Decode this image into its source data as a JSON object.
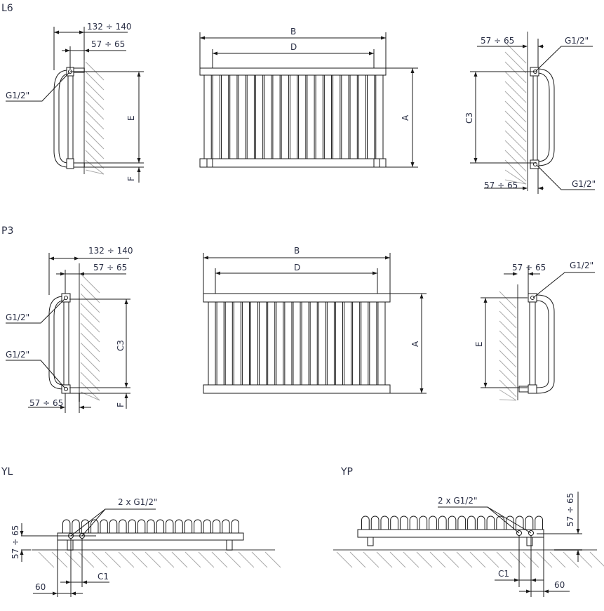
{
  "sections": {
    "l6": {
      "label": "L6",
      "dim_depth": "132 ÷ 140",
      "dim_wall": "57 ÷ 65",
      "connection": "G1/2\"",
      "dim_b": "B",
      "dim_d": "D",
      "dim_a": "A",
      "dim_e": "E",
      "dim_f": "F",
      "dim_c3": "C3",
      "right_dim_wall_top": "57 ÷ 65",
      "right_dim_wall_bottom": "57 ÷ 65",
      "right_connection_top": "G1/2\"",
      "right_connection_bottom": "G1/2\""
    },
    "p3": {
      "label": "P3",
      "dim_depth": "132 ÷ 140",
      "dim_wall": "57 ÷ 65",
      "connection_top": "G1/2\"",
      "connection_bottom": "G1/2\"",
      "dim_wall_bottom": "57 ÷ 65",
      "dim_c3": "C3",
      "dim_f": "F",
      "dim_b": "B",
      "dim_d": "D",
      "dim_a": "A",
      "right_dim_wall": "57 ÷ 65",
      "right_connection": "G1/2\"",
      "dim_e": "E"
    },
    "yl": {
      "label": "YL",
      "connection": "2 x G1/2\"",
      "dim_height": "57 ÷ 65",
      "dim_c1": "C1",
      "dim_offset": "60"
    },
    "yp": {
      "label": "YP",
      "connection": "2 x G1/2\"",
      "dim_height": "57 ÷ 65",
      "dim_c1": "C1",
      "dim_offset": "60"
    }
  }
}
